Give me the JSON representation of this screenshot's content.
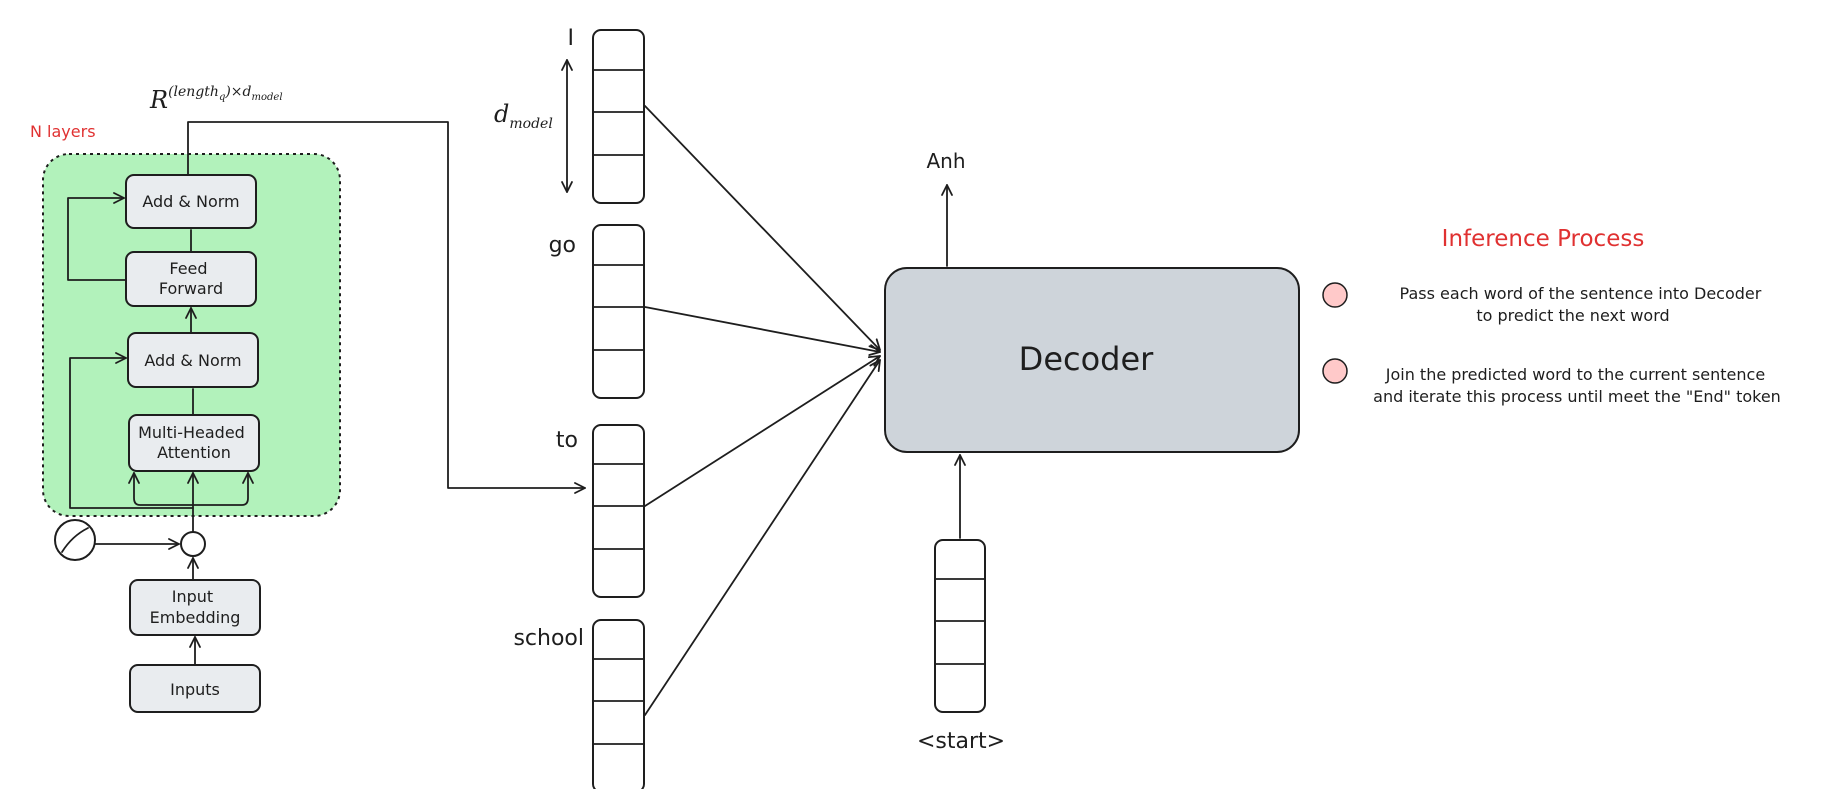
{
  "encoder": {
    "layers_label": "N layers",
    "shape_label_base": "R",
    "shape_label_sup": "(length",
    "shape_label_sub": "q",
    "shape_label_tail": ")×d",
    "shape_label_tail_sub": "model",
    "blocks": {
      "add_norm_top": "Add & Norm",
      "feed_forward": [
        "Feed",
        "Forward"
      ],
      "add_norm_bottom": "Add & Norm",
      "attention": [
        "Multi-Headed",
        "Attention"
      ],
      "input_embedding": [
        "Input",
        "Embedding"
      ],
      "inputs": "Inputs"
    }
  },
  "word_vectors": [
    {
      "word": "I"
    },
    {
      "word": "go"
    },
    {
      "word": "to"
    },
    {
      "word": "school"
    }
  ],
  "dim_label": {
    "base": "d",
    "sub": "model"
  },
  "decoder": {
    "label": "Decoder",
    "output_word": "Anh",
    "start_token": "<start>"
  },
  "inference": {
    "title": "Inference Process",
    "steps": [
      [
        "Pass each word of the sentence into Decoder",
        "to predict the next word"
      ],
      [
        "Join the predicted word to the current sentence",
        "and iterate this process until meet the \"End\" token"
      ]
    ]
  },
  "colors": {
    "encoder_bg": "#b2f2bb",
    "block_fill": "#e9ecef",
    "decoder_fill": "#ced4da",
    "accent_red": "#e03131",
    "bullet_fill": "#ffc9c9"
  }
}
